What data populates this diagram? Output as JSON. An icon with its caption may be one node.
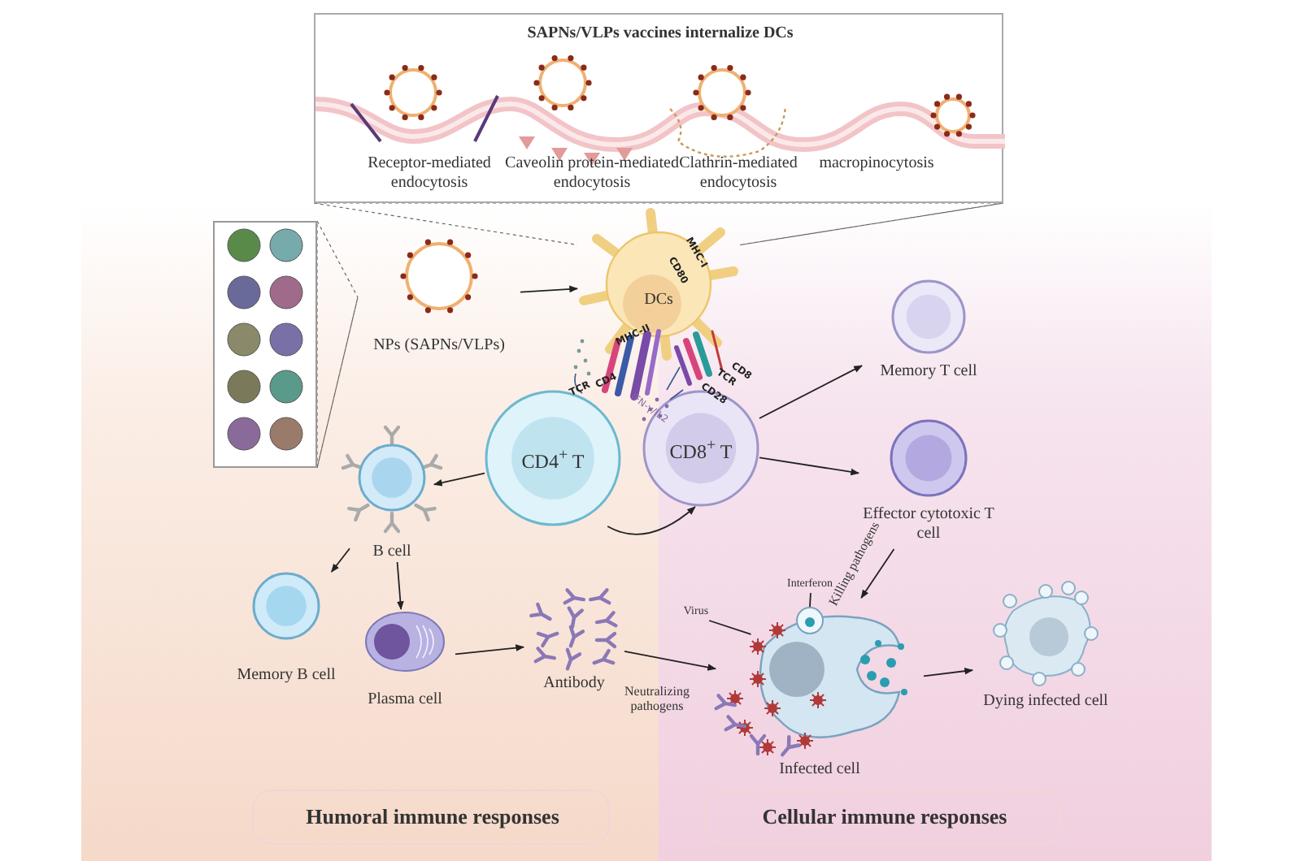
{
  "diagram": {
    "nodes": [
      {
        "text": [
          "SAPNs/VLPs vaccines internalize DCs",
          "Receptor-mediated endocytosis",
          "Caveolin protein-mediated endocytosis",
          "Clathrin-mediated endocytosis",
          "macropinocytosis"
        ]
      },
      {
        "text": [
          "NPs (SAPNs/VLPs)"
        ]
      },
      {
        "text": [
          "DCs"
        ]
      },
      {
        "text": [
          "CD4$^{+}$ T"
        ]
      },
      {
        "text": [
          "CD8$^{+}$ T"
        ]
      },
      {
        "text": [
          "Memory T cell"
        ]
      },
      {
        "text": [
          "Effector cytotoxic T cell"
        ]
      },
      {
        "text": [
          "B cell"
        ]
      },
      {
        "text": [
          "Memory B cell"
        ]
      },
      {
        "text": [
          "Plasma cell"
        ]
      },
      {
        "text": [
          "Antibody"
        ]
      },
      {
        "text": [
          "Infected cell"
        ]
      },
      {
        "text": [
          "Dying infected cell"
        ]
      },
      {
        "text": [
          "Humoral immune responses"
        ]
      },
      {
        "text": [
          "Cellular immune responses"
        ]
      },
      {
        "text": [],
        "shape": "picture"
      },
      {
        "text": [
          "Virus"
        ]
      },
      {
        "text": [
          "Interferon"
        ]
      }
    ],
    "edges": [
      {
        "from": 1,
        "to": 2,
        "arrow": "to"
      },
      {
        "from": 3,
        "to": 7,
        "arrow": "to"
      },
      {
        "from": 3,
        "to": 4,
        "arrow": "to"
      },
      {
        "from": 4,
        "to": 5,
        "arrow": "to"
      },
      {
        "from": 4,
        "to": 6,
        "arrow": "to"
      },
      {
        "from": 6,
        "to": 11,
        "arrow": "to",
        "label": "Killing pathogens"
      },
      {
        "from": 7,
        "to": 8,
        "arrow": "to"
      },
      {
        "from": 7,
        "to": 9,
        "arrow": "to"
      },
      {
        "from": 9,
        "to": 10,
        "arrow": "to"
      },
      {
        "from": 10,
        "to": 11,
        "arrow": "to",
        "label": "Neutralizing pathogens"
      },
      {
        "from": 11,
        "to": 12,
        "arrow": "to"
      },
      {
        "from": 0,
        "to": 2,
        "arrow": "none",
        "style": "dashed"
      },
      {
        "from": 15,
        "to": 1,
        "arrow": "none",
        "style": "dashed"
      },
      {
        "from": 16,
        "to": 11,
        "arrow": "none"
      },
      {
        "from": 17,
        "to": 11,
        "arrow": "none"
      }
    ],
    "labels": [
      "MHC-II",
      "TCR",
      "CD4",
      "MHC-I",
      "CD80",
      "CD8",
      "TCR",
      "CD28",
      "IFN-γ/IL2"
    ]
  }
}
